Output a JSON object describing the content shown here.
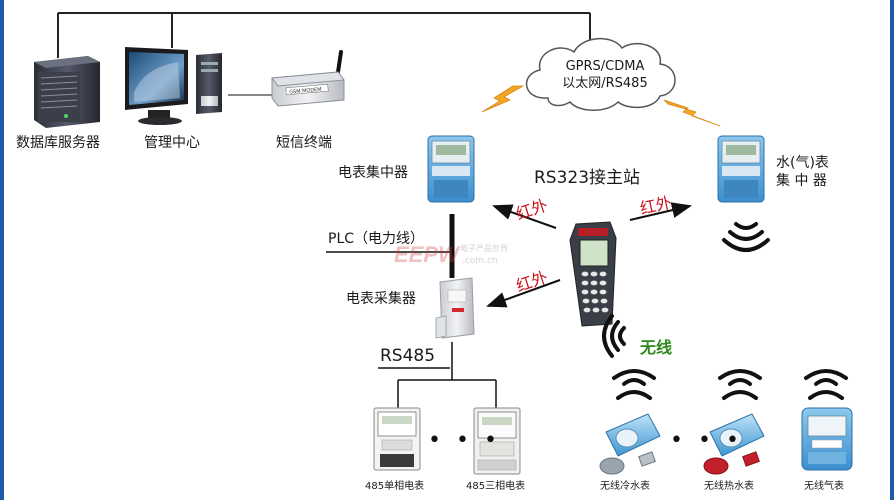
{
  "theme": {
    "accent": "#1e5aa8",
    "signal_red": "#c8141e",
    "wireless_green": "#2e8b1e",
    "lightning": "#f5a623",
    "meter_blue": "#4fa3d9"
  },
  "network": {
    "cloud_line1": "GPRS/CDMA",
    "cloud_line2": "以太网/RS485"
  },
  "top_devices": {
    "server": "数据库服务器",
    "management": "管理中心",
    "sms": "短信终端",
    "modem_text": "GSM MODEM"
  },
  "concentrators": {
    "electric": "电表集中器",
    "water_line1": "水(气)表",
    "water_line2": "集 中 器"
  },
  "handheld": {
    "title": "RS323接主站"
  },
  "signals": {
    "ir_left": "红外",
    "ir_right": "红外",
    "ir_collector": "红外",
    "wireless": "无线"
  },
  "buses": {
    "plc": "PLC（电力线）",
    "rs485": "RS485"
  },
  "collector": {
    "label": "电表采集器"
  },
  "meters": {
    "single_phase": "485单相电表",
    "three_phase": "485三相电表",
    "cold_water": "无线冷水表",
    "hot_water": "无线热水表",
    "gas": "无线气表"
  },
  "ellipsis": "• • •",
  "watermark": {
    "brand": "EEPW",
    "cn": "电子产品世界",
    "url": ".com.cn"
  }
}
